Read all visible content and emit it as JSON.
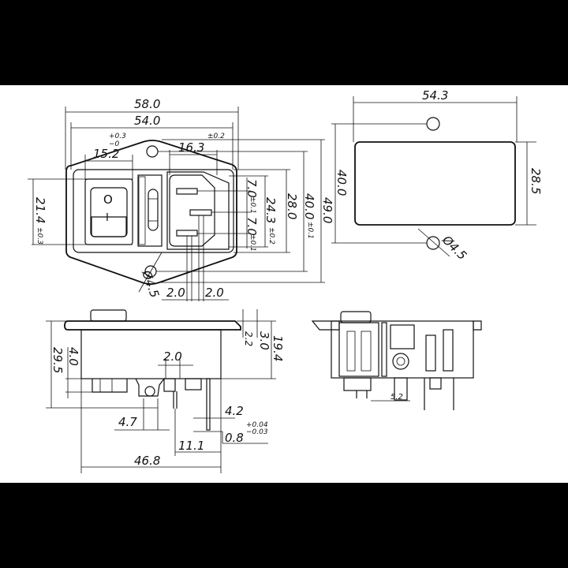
{
  "front_view": {
    "width_overall": "58.0",
    "width_inner": "54.0",
    "switch_width": "15.2",
    "switch_width_tol_plus": "+0.3",
    "switch_width_tol_minus": "−0",
    "inlet_width": "16.3",
    "inlet_width_tol": "±0.2",
    "switch_height": "21.4",
    "switch_height_tol": "±0.3",
    "pin_pitch_upper": "7.0",
    "pin_pitch_upper_tol": "±0.1",
    "pin_pitch_lower": "7.0",
    "pin_pitch_lower_tol": "±0.1",
    "inlet_height": "24.3",
    "inlet_height_tol": "±0.2",
    "panel_height": "28.0",
    "hole_spacing": "40.0",
    "hole_spacing_tol": "±0.1",
    "flange_height": "49.0",
    "hole_diameter": "Ø4.5",
    "pin_width_left": "2.0",
    "pin_width_right": "2.0",
    "switch_symbol_off": "O",
    "switch_symbol_on": "I"
  },
  "cutout_view": {
    "width": "54.3",
    "height": "28.5",
    "hole_spacing": "40.0",
    "hole_diameter": "Ø4.5"
  },
  "side_view": {
    "total_depth": "29.5",
    "switch_offset": "4.0",
    "body_depth": "19.4",
    "flange_thickness": "3.0",
    "flange_lip": "2.2",
    "pin_spacing": "2.0",
    "fuse_offset": "4.7",
    "terminal_width": "4.2",
    "terminal_thickness": "0.8",
    "terminal_thickness_tol_plus": "+0.04",
    "terminal_thickness_tol_minus": "−0.03",
    "terminal_offset": "11.1",
    "body_length": "46.8"
  },
  "section_view": {
    "dimension": "5.2"
  }
}
